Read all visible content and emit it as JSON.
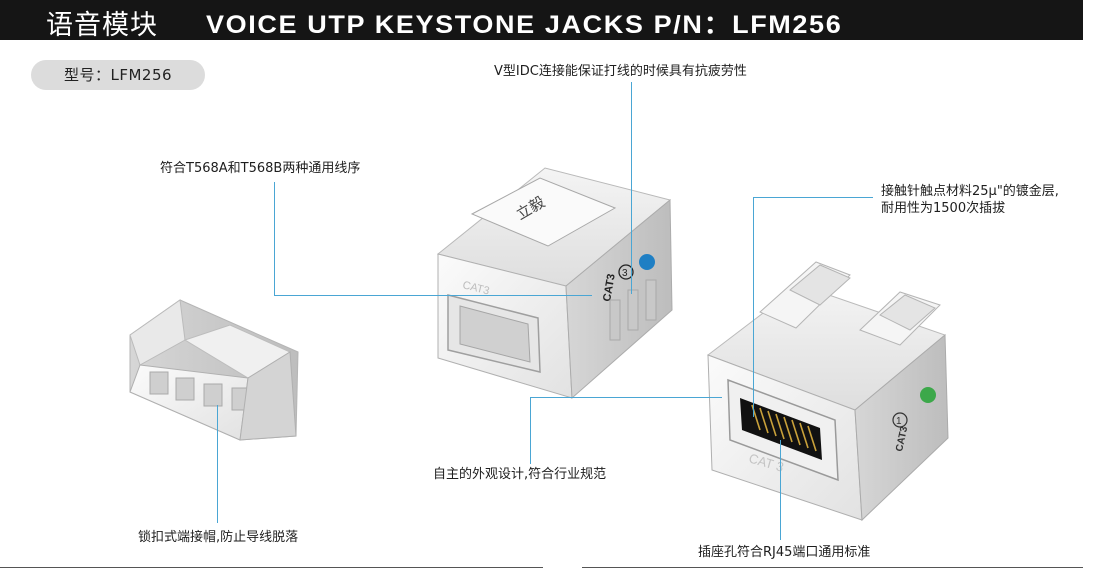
{
  "header": {
    "title_cn": "语音模块",
    "title_en": "VOICE UTP KEYSTONE JACKS P/N：LFM256"
  },
  "model": {
    "label": "型号：LFM256"
  },
  "callouts": {
    "idc": "V型IDC连接能保证打线的时候具有抗疲劳性",
    "wiring": "符合T568A和T568B两种通用线序",
    "contacts_line1": "接触针触点材料25μ\"的镀金层,",
    "contacts_line2": "耐用性为1500次插拔",
    "design": "自主的外观设计,符合行业规范",
    "cap": "锁扣式端接帽,防止导线脱落",
    "rj45": "插座孔符合RJ45端口通用标准"
  },
  "product_marks": {
    "cat_label": "CAT3",
    "cat_label_front": "CAT 3",
    "number_left": "3",
    "number_right": "1"
  },
  "colors": {
    "header_bg": "#151515",
    "leader_line": "#4aa6d4",
    "pill_bg": "#dcdcdc",
    "badge_blue": "#1f7fc4",
    "badge_green": "#3ca84a"
  }
}
